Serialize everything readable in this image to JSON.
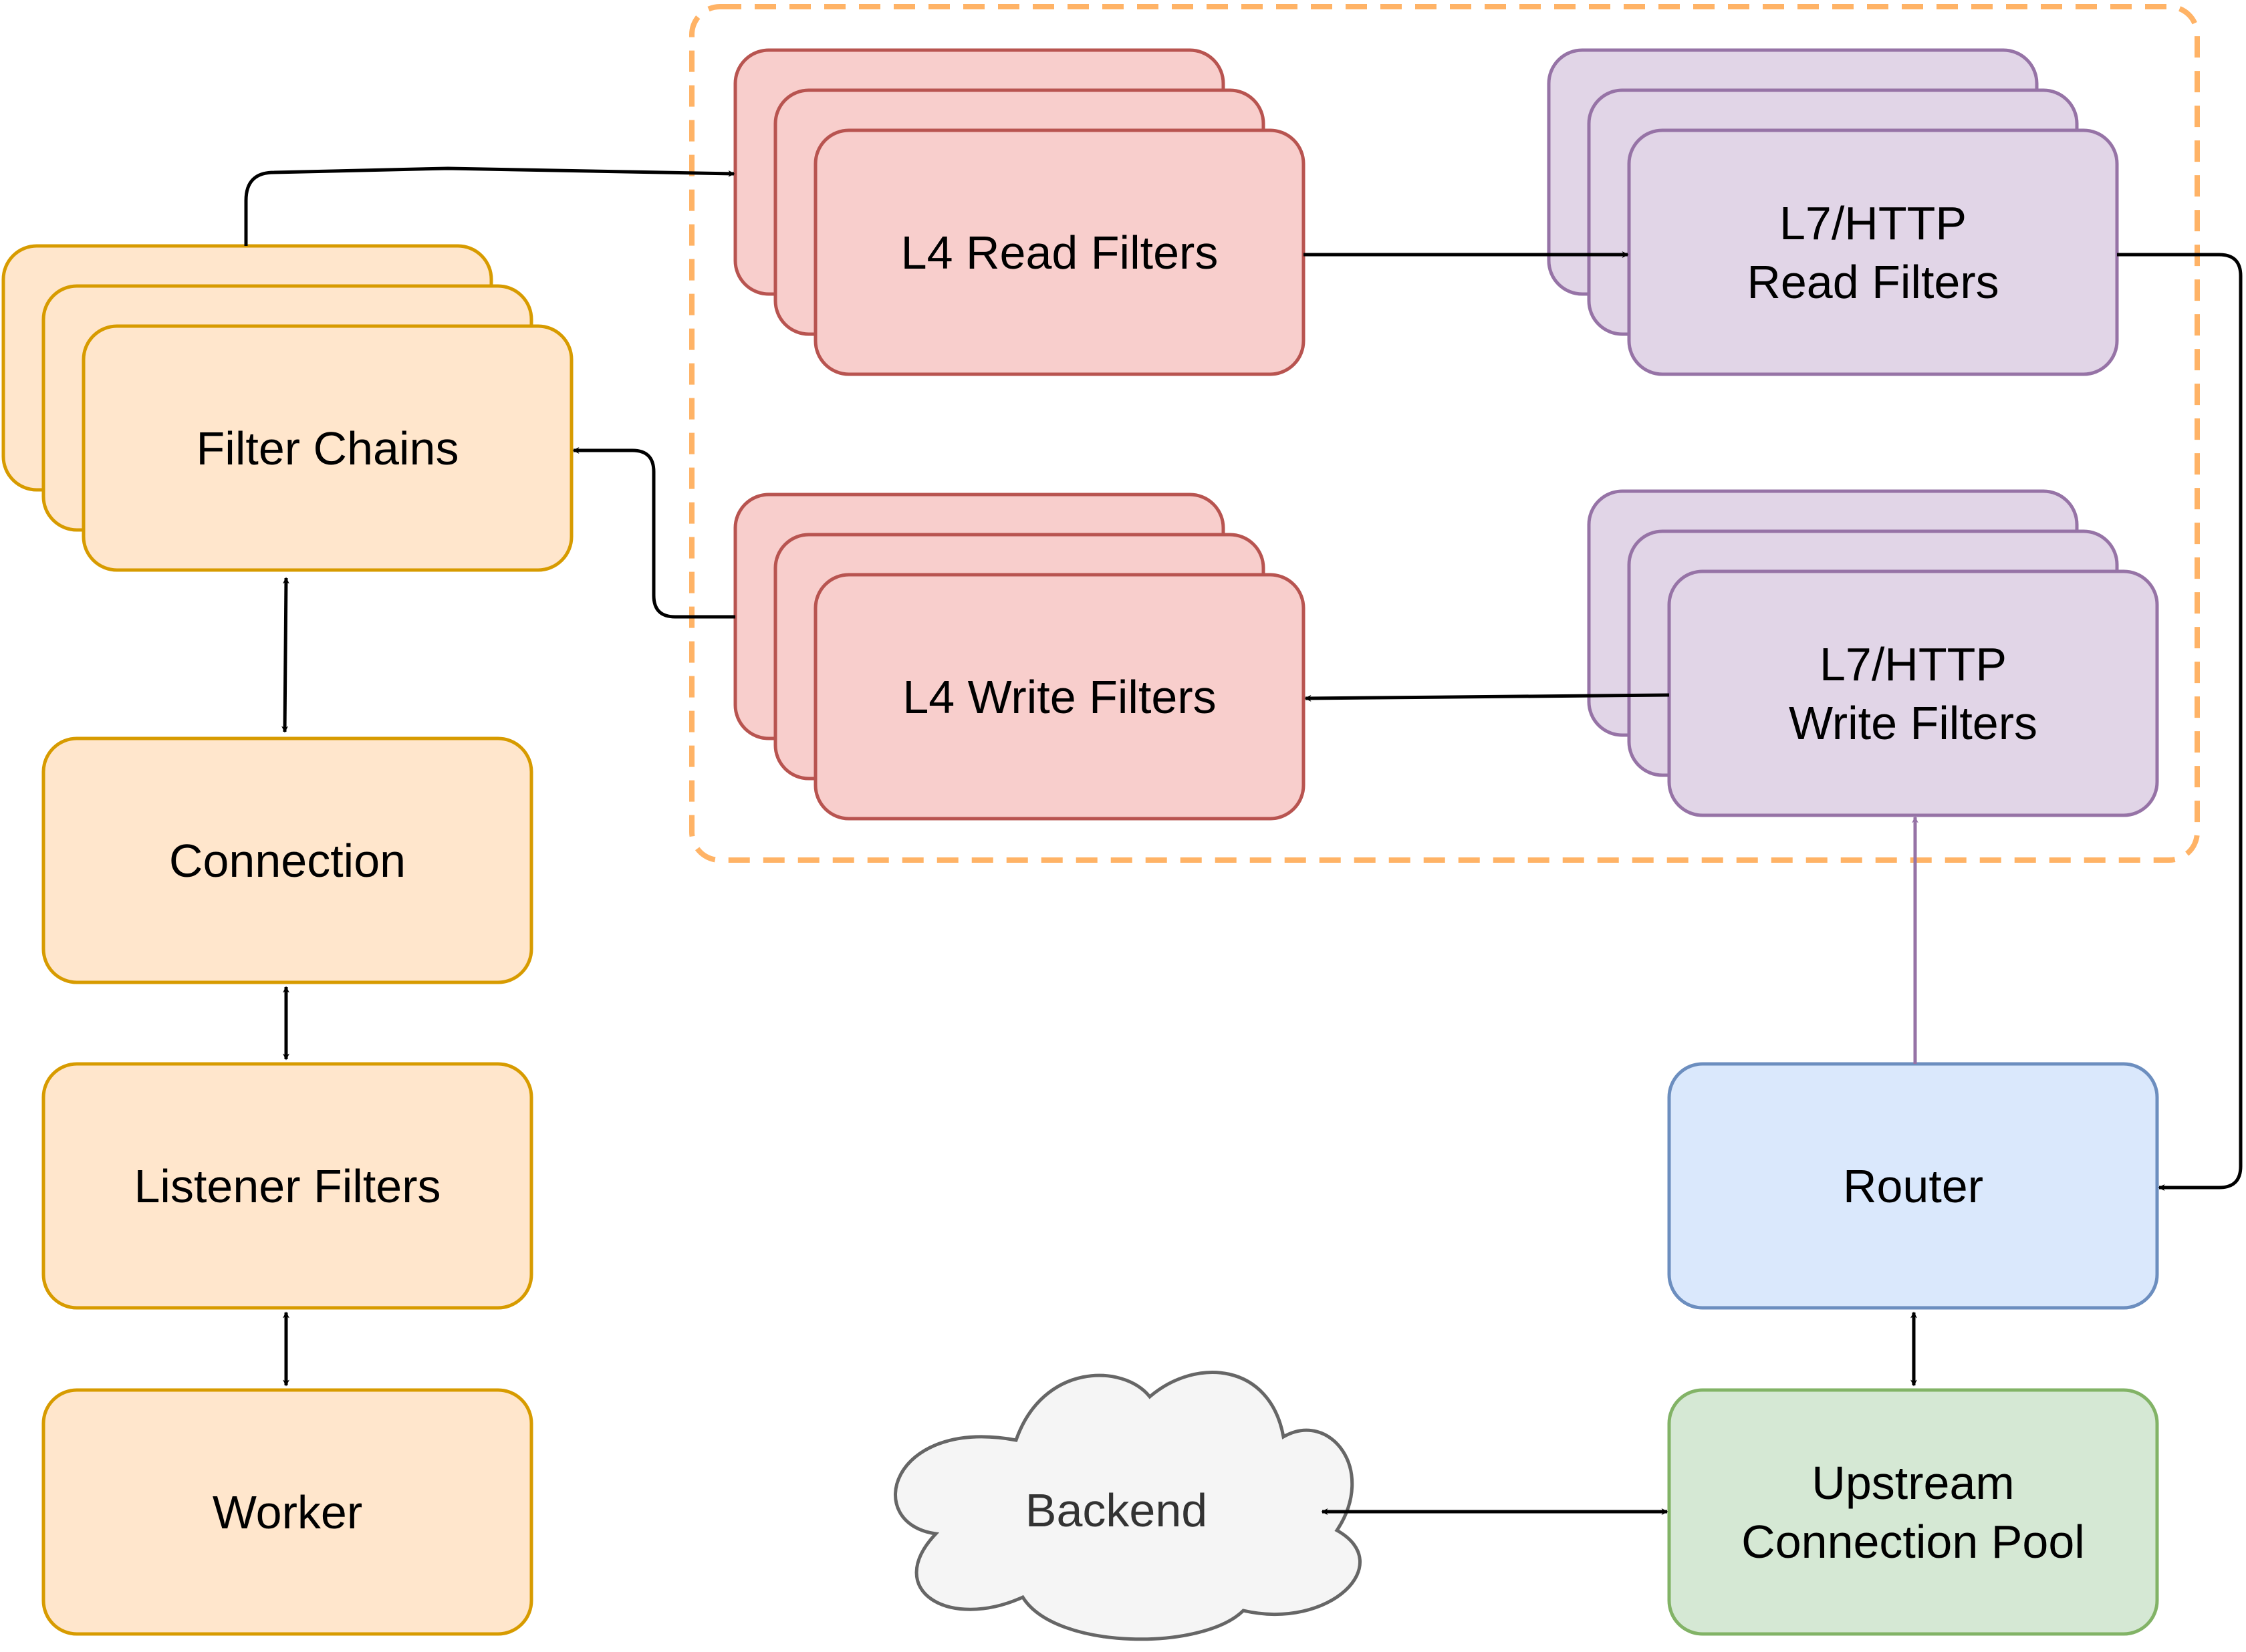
{
  "colors": {
    "orange_fill": "#ffe6cc",
    "orange_stroke": "#d79b00",
    "red_fill": "#f8cecc",
    "red_stroke": "#b85450",
    "purple_fill": "#e1d5e7",
    "purple_stroke": "#9673a6",
    "blue_fill": "#dae8fc",
    "blue_stroke": "#6c8ebf",
    "green_fill": "#d5e8d4",
    "green_stroke": "#82b366",
    "cloud_fill": "#f5f5f5",
    "cloud_stroke": "#666666",
    "group_border": "#ffb366",
    "edge": "#000000"
  },
  "nodes": {
    "filter_chains": {
      "line1": "Filter Chains"
    },
    "connection": {
      "line1": "Connection"
    },
    "listener_filters": {
      "line1": "Listener Filters"
    },
    "worker": {
      "line1": "Worker"
    },
    "l4_read_filters": {
      "line1": "L4 Read Filters"
    },
    "l4_write_filters": {
      "line1": "L4 Write Filters"
    },
    "l7_read_filters": {
      "line1": "L7/HTTP",
      "line2": "Read Filters"
    },
    "l7_write_filters": {
      "line1": "L7/HTTP",
      "line2": "Write Filters"
    },
    "router": {
      "line1": "Router"
    },
    "upstream_pool": {
      "line1": "Upstream",
      "line2": "Connection Pool"
    },
    "backend": {
      "line1": "Backend"
    }
  }
}
